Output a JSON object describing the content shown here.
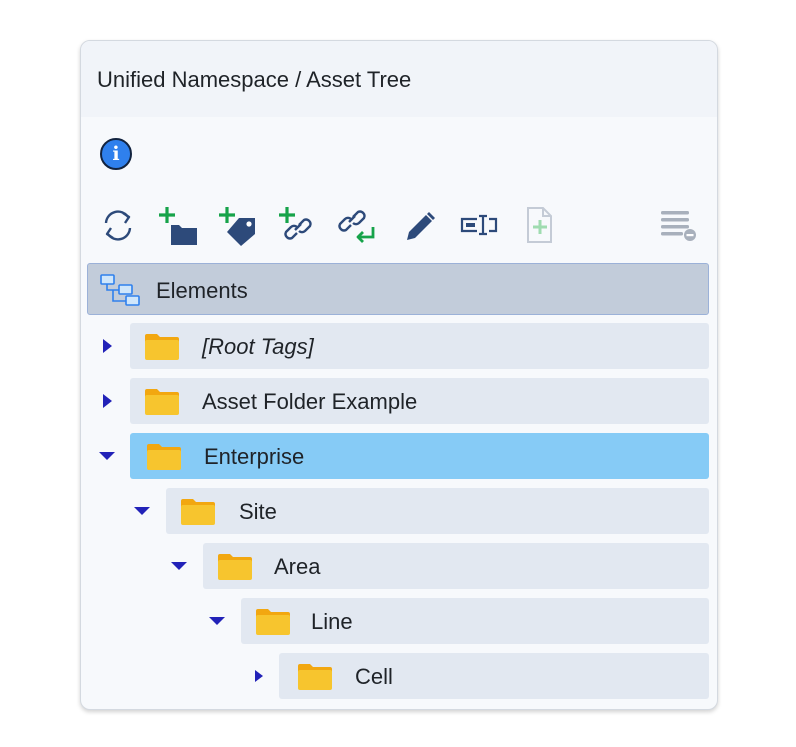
{
  "header": {
    "title": "Unified Namespace / Asset Tree"
  },
  "icons": {
    "info": "info-icon",
    "refresh": "refresh-icon",
    "add_folder": "add-folder-icon",
    "add_tag": "add-tag-icon",
    "add_link": "add-link-icon",
    "link_return": "link-return-icon",
    "edit": "pencil-icon",
    "rename": "rename-icon",
    "add_file": "add-file-icon",
    "list_options": "list-options-icon"
  },
  "info": {
    "glyph": "i"
  },
  "tree": {
    "root": {
      "label": "Elements"
    },
    "nodes": [
      {
        "label": "[Root Tags]",
        "expanded": false,
        "selected": false,
        "depth": 0
      },
      {
        "label": "Asset Folder Example",
        "expanded": false,
        "selected": false,
        "depth": 0
      },
      {
        "label": "Enterprise",
        "expanded": true,
        "selected": true,
        "depth": 0
      },
      {
        "label": "Site",
        "expanded": true,
        "selected": false,
        "depth": 1
      },
      {
        "label": "Area",
        "expanded": true,
        "selected": false,
        "depth": 2
      },
      {
        "label": "Line",
        "expanded": true,
        "selected": false,
        "depth": 3
      },
      {
        "label": "Cell",
        "expanded": false,
        "selected": false,
        "depth": 4
      }
    ]
  },
  "colors": {
    "navy": "#2d4a7a",
    "green": "#16a34a",
    "folder": "#f7c52e",
    "folder_dark": "#f2a710",
    "toggle": "#2222b8",
    "selected": "#86cbf6",
    "row": "#e2e8f1",
    "root_row": "#c2ccda",
    "info_blue": "#2f80ed"
  }
}
